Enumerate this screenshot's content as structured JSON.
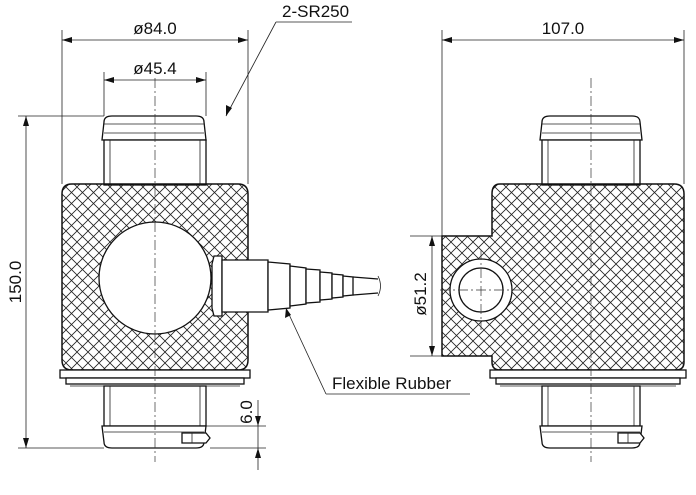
{
  "dimensions": {
    "top_outer_diameter": "ø84.0",
    "top_inner_diameter": "ø45.4",
    "height": "150.0",
    "bottom_gap": "6.0",
    "side_width": "107.0",
    "side_port_diameter": "ø51.2"
  },
  "callouts": {
    "radius_note": "2-SR250",
    "cable_note": "Flexible Rubber"
  }
}
